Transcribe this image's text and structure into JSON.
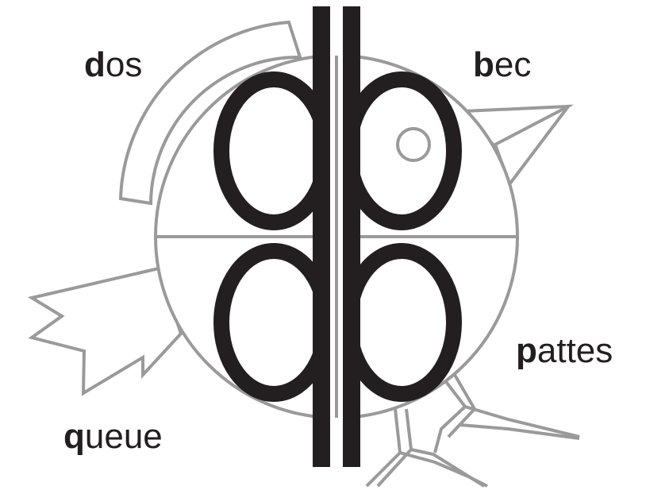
{
  "labels": {
    "dos": {
      "initial": "d",
      "rest": "os"
    },
    "bec": {
      "initial": "b",
      "rest": "ec"
    },
    "pattes": {
      "initial": "p",
      "rest": "attes"
    },
    "queue": {
      "initial": "q",
      "rest": "ueue"
    }
  },
  "colors": {
    "outline": "#9a9a9a",
    "ink": "#231f20",
    "background": "#ffffff"
  }
}
